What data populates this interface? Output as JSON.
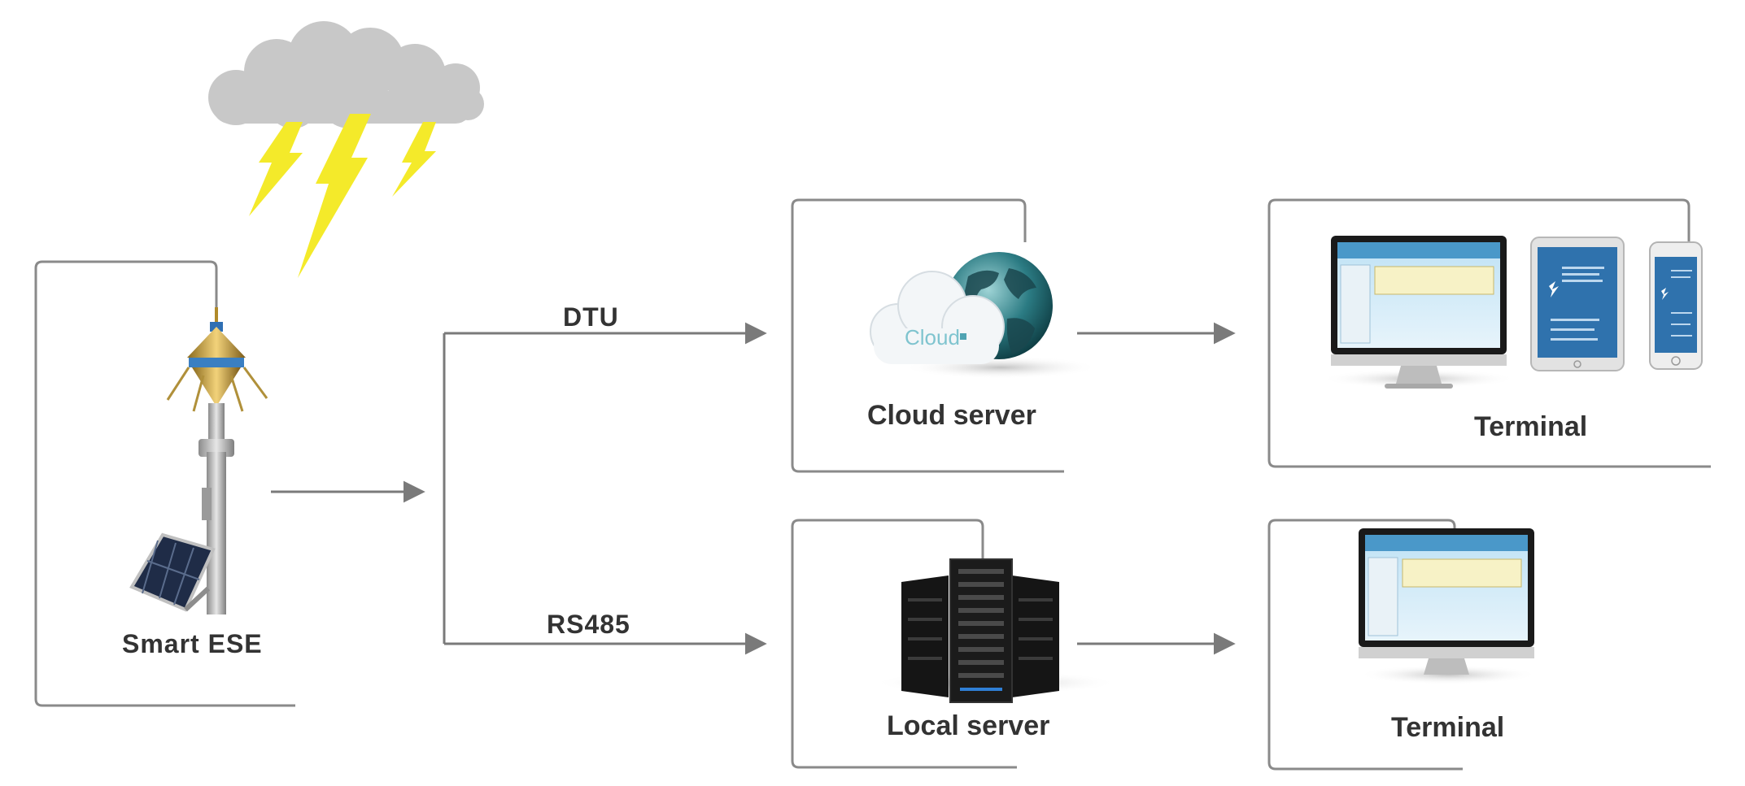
{
  "nodes": {
    "device": {
      "label": "Smart ESE"
    },
    "cloud_server": {
      "label": "Cloud server",
      "logo_text": "Cloud"
    },
    "local_server": {
      "label": "Local server"
    },
    "terminal_cloud": {
      "label": "Terminal"
    },
    "terminal_local": {
      "label": "Terminal"
    }
  },
  "links": {
    "dtu": {
      "label": "DTU"
    },
    "rs485": {
      "label": "RS485"
    }
  },
  "icons": [
    "thundercloud-icon",
    "lightning-bolt-icon",
    "lightning-rod-icon",
    "solar-panel-icon",
    "cloud-icon",
    "globe-icon",
    "server-rack-icon",
    "monitor-icon",
    "tablet-icon",
    "phone-icon",
    "arrow-right-icon"
  ],
  "colors": {
    "frame": "#8a8a8a",
    "arrow": "#7a7a7a",
    "cloud": "#c8c8c8",
    "bolt": "#f4ea2a",
    "label": "#333333",
    "globe": "#1f5f66",
    "screen": "#cfe9f7"
  }
}
